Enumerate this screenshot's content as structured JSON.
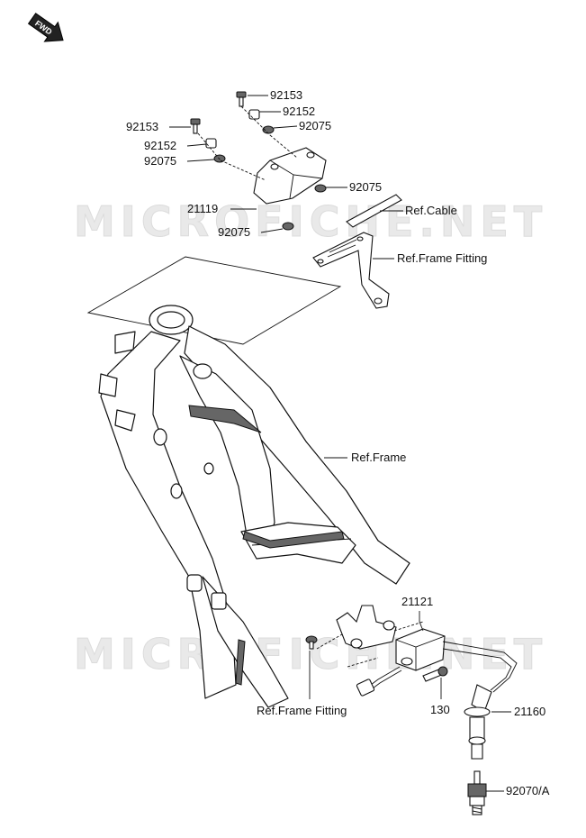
{
  "fwd_label": "FWD",
  "watermark": "MICROFICHE.NET",
  "labels": {
    "bolt_top": "92153",
    "collar_top": "92152",
    "grommet_top": "92075",
    "bolt_left": "92153",
    "collar_left": "92152",
    "grommet_left": "92075",
    "grommet_right": "92075",
    "cdi_unit": "21119",
    "grommet_bottom": "92075",
    "ref_cable": "Ref.Cable",
    "ref_frame_fitting_top": "Ref.Frame Fitting",
    "ref_frame": "Ref.Frame",
    "ignition_coil": "21121",
    "ref_frame_fitting_bottom": "Ref.Frame Fitting",
    "bolt_130": "130",
    "plug_cap": "21160",
    "spark_plug": "92070/A"
  },
  "colors": {
    "line": "#111111",
    "watermark": "#e9e9e9"
  }
}
